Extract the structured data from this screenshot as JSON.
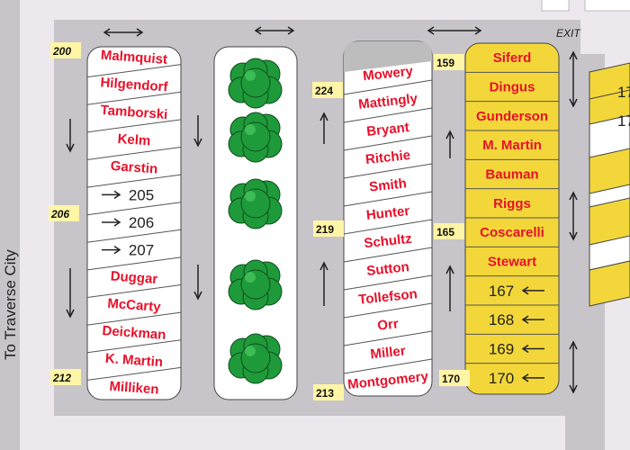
{
  "map": {
    "road_label": "To Traverse City",
    "exit_label": "EXIT",
    "colors": {
      "pavement": "#c7c5c9",
      "background": "#ece8ee",
      "stall_white": "#ffffff",
      "stall_yellow": "#f3d73a",
      "name_red": "#e8102a",
      "tree_green": "#1f9a3a",
      "label_bg": "#fff5a6"
    },
    "rows": {
      "left": {
        "start_number": "200",
        "mid_number": "206",
        "end_number": "212",
        "stalls": [
          "Malmquist",
          "Hilgendorf",
          "Tamborski",
          "Kelm",
          "Garstin",
          "205",
          "206",
          "207",
          "Duggar",
          "McCarty",
          "Deickman",
          "K. Martin",
          "Milliken"
        ]
      },
      "middle": {
        "top_number": "224",
        "mid_number": "219",
        "bottom_number": "213",
        "stalls": [
          "Mowery",
          "Mattingly",
          "Bryant",
          "Ritchie",
          "Smith",
          "Hunter",
          "Schultz",
          "Sutton",
          "Tollefson",
          "Orr",
          "Miller",
          "Montgomery"
        ]
      },
      "right": {
        "start_number": "159",
        "mid_number": "165",
        "end_number": "170",
        "stalls": [
          "Siferd",
          "Dingus",
          "Gunderson",
          "M. Martin",
          "Bauman",
          "Riggs",
          "Coscarelli",
          "Stewart",
          "167",
          "168",
          "169",
          "170"
        ]
      },
      "far_right_partial": [
        "17",
        "17"
      ]
    }
  }
}
